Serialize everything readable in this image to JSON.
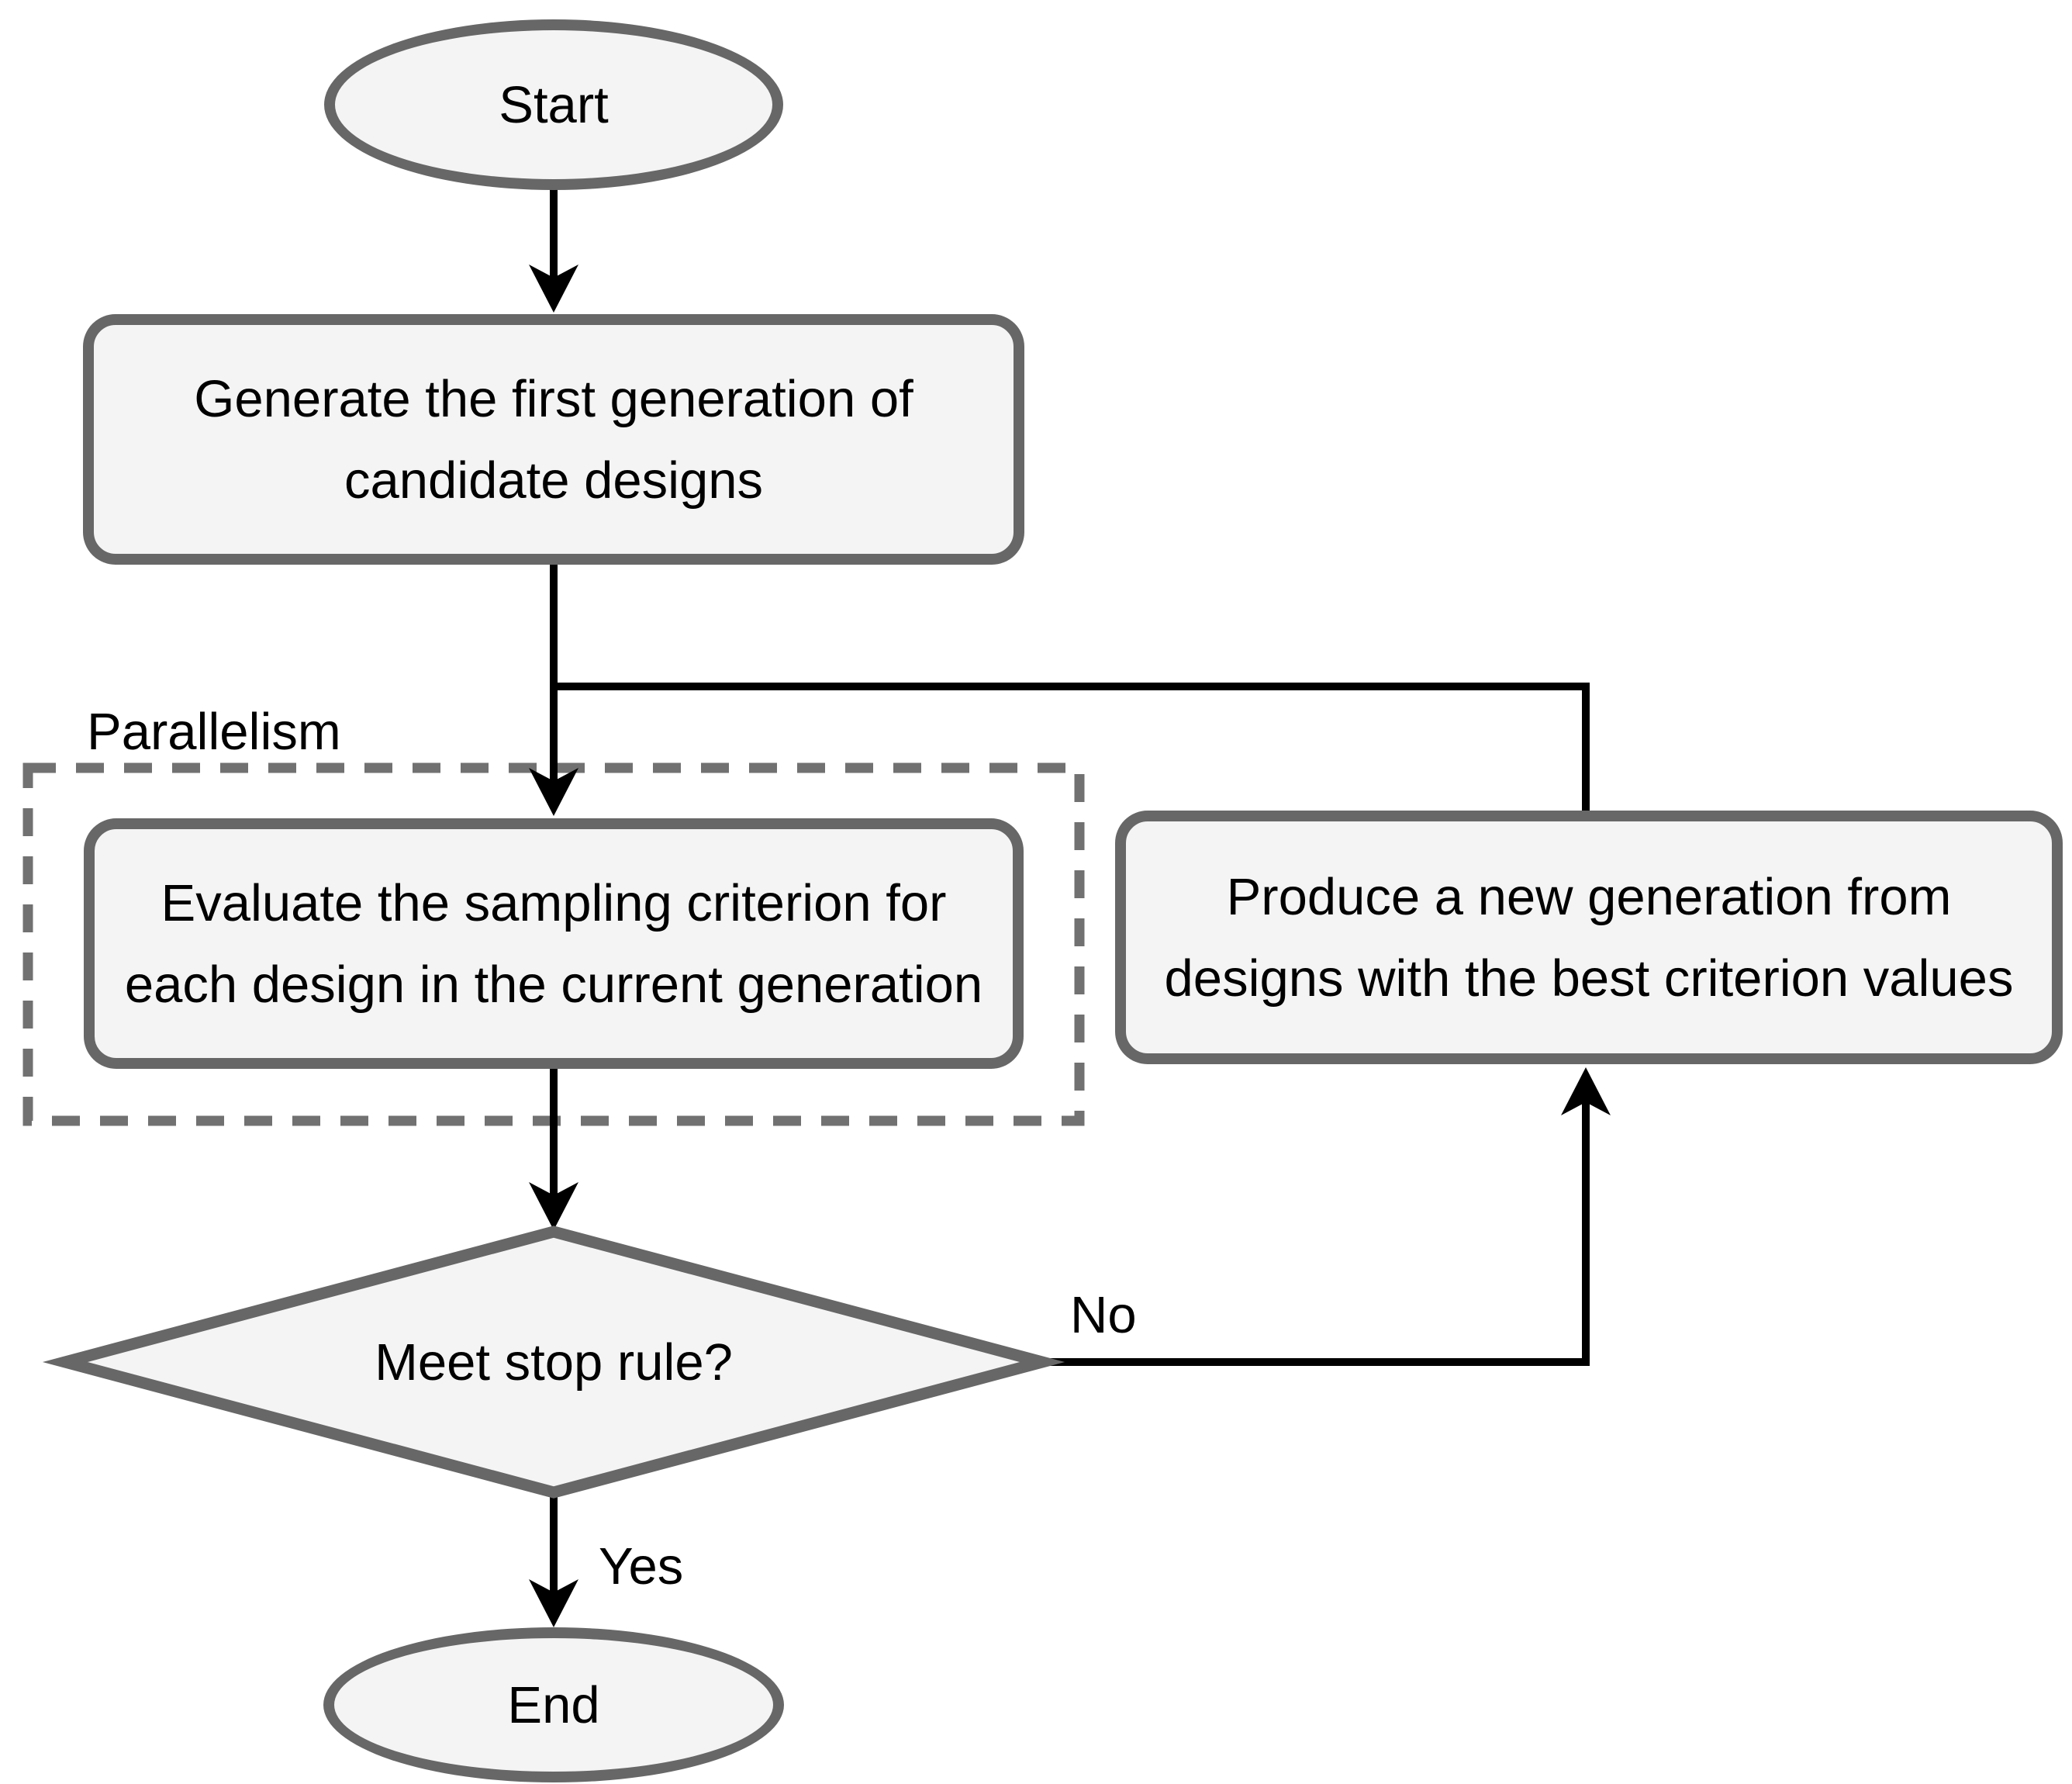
{
  "nodes": {
    "start": {
      "label": "Start"
    },
    "generate": {
      "line1": "Generate the first generation of",
      "line2": "candidate designs"
    },
    "evaluate": {
      "line1": "Evaluate the sampling criterion for",
      "line2": "each design in the current generation"
    },
    "produce": {
      "line1": "Produce a new generation from",
      "line2": "designs with the best criterion values"
    },
    "decision": {
      "label": "Meet stop rule?"
    },
    "end": {
      "label": "End"
    }
  },
  "edge_labels": {
    "yes": "Yes",
    "no": "No"
  },
  "annotations": {
    "parallelism": "Parallelism"
  },
  "colors": {
    "shape_border": "#676767",
    "shape_fill": "#f4f4f4",
    "dashed_region_border": "#717171",
    "connector": "#000000",
    "text": "#000000",
    "background": "#ffffff"
  }
}
